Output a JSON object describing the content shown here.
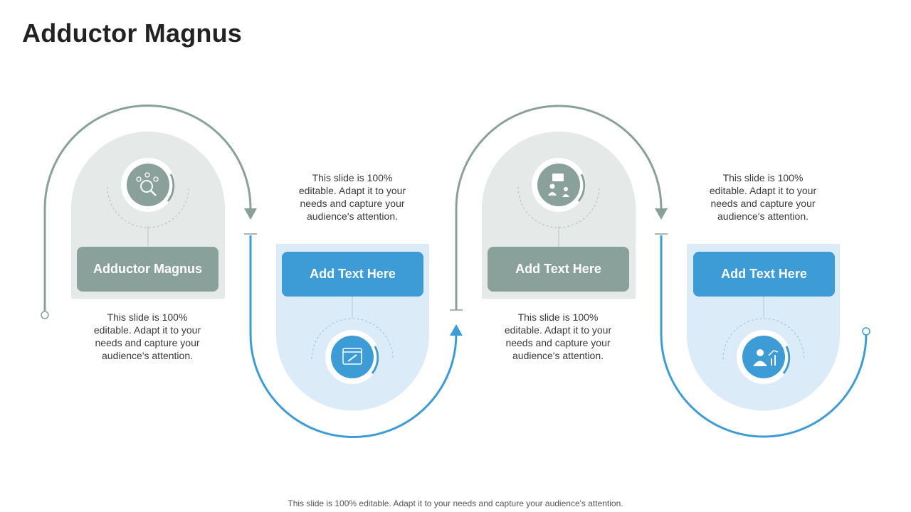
{
  "title": "Adductor Magnus",
  "steps": [
    {
      "label": "Adductor Magnus",
      "desc": "This slide is 100% editable. Adapt it to your needs and capture your audience's attention.",
      "icon": "search-analytics-icon",
      "color": "gray"
    },
    {
      "label": "Add Text Here",
      "desc": "This slide is 100% editable. Adapt it to your needs and capture your audience's attention.",
      "icon": "window-link-icon",
      "color": "blue"
    },
    {
      "label": "Add Text Here",
      "desc": "This slide is 100% editable. Adapt it to your needs and capture your audience's attention.",
      "icon": "meeting-chat-icon",
      "color": "gray"
    },
    {
      "label": "Add Text Here",
      "desc": "This slide is 100% editable. Adapt it to your needs and capture your audience's attention.",
      "icon": "businessman-growth-icon",
      "color": "blue"
    }
  ],
  "footer": "This slide is 100% editable. Adapt it to your needs and capture your audience's attention.",
  "colors": {
    "gray": "#8aa19b",
    "blue": "#3d9bd5",
    "gray_panel": "#e5e9e8",
    "blue_panel": "#dbebf7"
  }
}
